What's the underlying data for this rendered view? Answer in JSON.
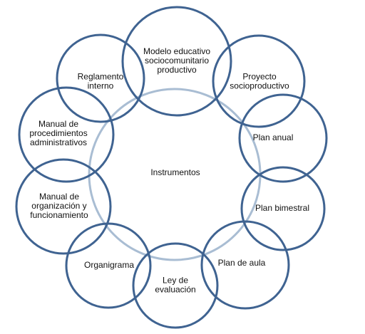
{
  "diagram": {
    "center": {
      "label": "Instrumentos"
    },
    "nodes": [
      {
        "id": "modelo",
        "lines": [
          "Modelo educativo",
          "sociocomunitario",
          "productivo"
        ]
      },
      {
        "id": "proyecto",
        "lines": [
          "Proyecto",
          "socioproductivo"
        ]
      },
      {
        "id": "plan-anual",
        "lines": [
          "Plan anual"
        ]
      },
      {
        "id": "plan-bimestral",
        "lines": [
          "Plan bimestral"
        ]
      },
      {
        "id": "plan-aula",
        "lines": [
          "Plan de aula"
        ]
      },
      {
        "id": "ley-evaluacion",
        "lines": [
          "Ley de",
          "evaluación"
        ]
      },
      {
        "id": "organigrama",
        "lines": [
          "Organigrama"
        ]
      },
      {
        "id": "manual-organizacion",
        "lines": [
          "Manual de",
          "organización y",
          "funcionamiento"
        ]
      },
      {
        "id": "manual-procedimientos",
        "lines": [
          "Manual de",
          "procedimientos",
          "administrativos"
        ]
      },
      {
        "id": "reglamento",
        "lines": [
          "Reglamento",
          "interno"
        ]
      }
    ],
    "colors": {
      "ring": "#3f6391",
      "hub": "#a9bdd3",
      "text": "#111111",
      "background": "#ffffff"
    }
  }
}
